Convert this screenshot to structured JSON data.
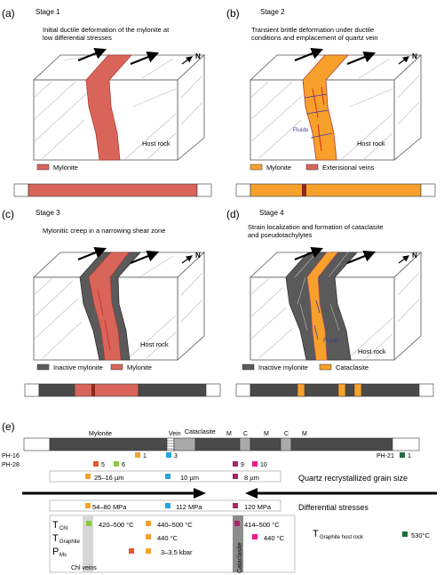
{
  "panels": [
    {
      "letter": "(a)",
      "stage": "Stage 1",
      "caption_lines": [
        "Initial ductile deformation of the mylonite at",
        "low differential stresses"
      ],
      "host_rock": "Host rock",
      "north": "N",
      "legend": [
        {
          "label": "Mylonite",
          "color": "#d9655a"
        }
      ]
    },
    {
      "letter": "(b)",
      "stage": "Stage 2",
      "caption_lines": [
        "Transient brittle deformation under ductile",
        "conditions and emplacement of quartz vein"
      ],
      "host_rock": "Host rock",
      "north": "N",
      "fluids": "Fluids",
      "legend": [
        {
          "label": "Mylonite",
          "color": "#f7a12c"
        },
        {
          "label": "Extensional veins",
          "color": "#d9655a"
        }
      ]
    },
    {
      "letter": "(c)",
      "stage": "Stage 3",
      "caption_lines": [
        "Mylonitic creep in a narrowing shear zone"
      ],
      "host_rock": "Host rock",
      "north": "N",
      "legend": [
        {
          "label": "Inactive mylonite",
          "color": "#5a5a5a"
        },
        {
          "label": "Mylonite",
          "color": "#d9655a"
        }
      ]
    },
    {
      "letter": "(d)",
      "stage": "Stage 4",
      "caption_lines": [
        "Strain localization and formation of cataclasite",
        "and pseudotachylytes"
      ],
      "host_rock": "Host rock",
      "north": "N",
      "fluids": "Fluids",
      "legend": [
        {
          "label": "Inactive mylonite",
          "color": "#5a5a5a"
        },
        {
          "label": "Cataclasite",
          "color": "#f7a12c"
        }
      ]
    }
  ],
  "panel_e": {
    "letter": "(e)",
    "zone_labels": [
      "Mylonite",
      "Vein",
      "Cataclasite",
      "M",
      "C",
      "M",
      "C",
      "M"
    ],
    "samples": [
      "PH-16",
      "PH-28",
      "PH-21"
    ],
    "markers": [
      {
        "num": "1",
        "color": "#f7a12c"
      },
      {
        "num": "3",
        "color": "#1fa6de"
      },
      {
        "num": "5",
        "color": "#e4582b"
      },
      {
        "num": "6",
        "color": "#8dc63f"
      },
      {
        "num": "9",
        "color": "#a6256b"
      },
      {
        "num": "10",
        "color": "#ec1c8b"
      },
      {
        "num": "1",
        "color": "#1b6e3a"
      }
    ],
    "grain_size": {
      "values": [
        "25–16 µm",
        "10 µm",
        "8 µm"
      ],
      "title": "Quartz recrystallized grain size"
    },
    "stress": {
      "values": [
        "54–80 MPa",
        "112 MPa",
        "120 MPa"
      ],
      "title": "Differential stresses"
    },
    "thermo": {
      "t_chl": {
        "symbol": "T",
        "sub": "Chl"
      },
      "t_graphite": {
        "symbol": "T",
        "sub": "Graphite"
      },
      "p_ms": {
        "symbol": "P",
        "sub": "Ms"
      },
      "values": {
        "chl_veins_t": "420–500 °C",
        "mylonite_t": "440–500 °C",
        "cataclasite_t": "414–500 °C",
        "mylonite_graphite": "440 °C",
        "cataclasite_graphite": "440 °C",
        "pressure": "3–3.5 kbar"
      },
      "chl_veins_label": "Chl veins",
      "cataclasite_label": "Cataclasite"
    },
    "host_rock_temp": {
      "symbol": "T",
      "sub": "Graphite host rock",
      "value": "530°C"
    }
  }
}
